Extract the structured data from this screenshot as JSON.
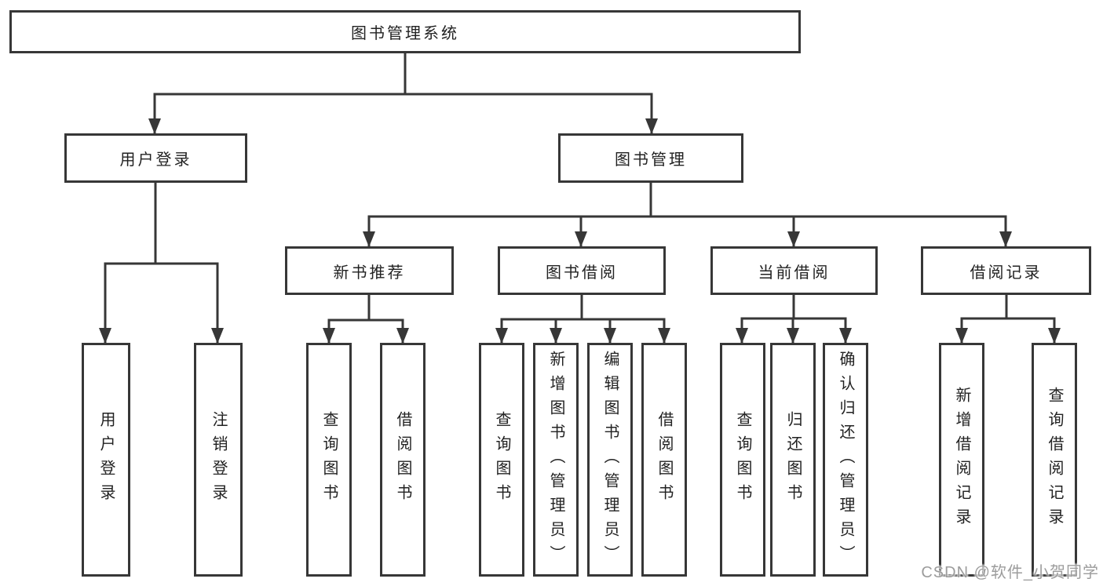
{
  "diagram": {
    "root": {
      "label": "图书管理系统"
    },
    "branches": [
      {
        "label": "用户登录",
        "leaves": [
          "用户登录",
          "注销登录"
        ]
      },
      {
        "label": "图书管理",
        "children": [
          {
            "label": "新书推荐",
            "leaves": [
              "查询图书",
              "借阅图书"
            ]
          },
          {
            "label": "图书借阅",
            "leaves": [
              "查询图书",
              "新增图书（管理员）",
              "编辑图书（管理员）",
              "借阅图书"
            ]
          },
          {
            "label": "当前借阅",
            "leaves": [
              "查询图书",
              "归还图书",
              "确认归还（管理员）"
            ]
          },
          {
            "label": "借阅记录",
            "leaves": [
              "新增借阅记录",
              "查询借阅记录"
            ]
          }
        ]
      }
    ]
  },
  "watermark": {
    "text": "CSDN @软件_小贺同学"
  },
  "colors": {
    "line": "#373737",
    "text": "#222222",
    "watermark": "#9c9c9c",
    "background": "#ffffff"
  }
}
